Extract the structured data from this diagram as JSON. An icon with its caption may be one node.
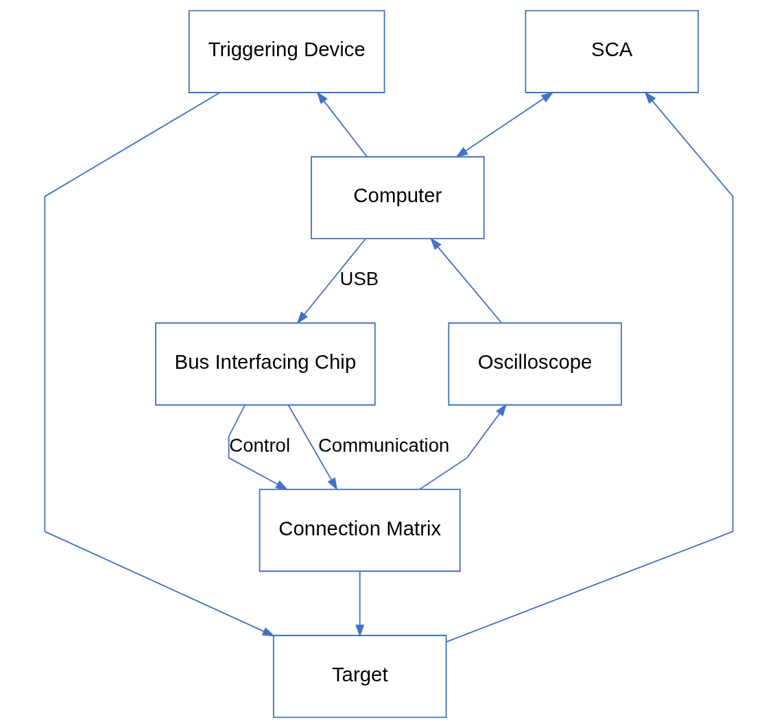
{
  "diagram": {
    "nodes": [
      {
        "text": [
          "Triggering Device"
        ]
      },
      {
        "text": [
          "SCA"
        ]
      },
      {
        "text": [
          "Computer"
        ]
      },
      {
        "text": [
          "Bus Interfacing Chip"
        ]
      },
      {
        "text": [
          "Oscilloscope"
        ]
      },
      {
        "text": [
          "Connection Matrix"
        ]
      },
      {
        "text": [
          "Target"
        ]
      }
    ],
    "edges": [
      {
        "from": 2,
        "to": 0,
        "arrow": "to"
      },
      {
        "from": 1,
        "to": 2,
        "arrow": "both"
      },
      {
        "from": 4,
        "to": 2,
        "arrow": "to"
      },
      {
        "from": 2,
        "to": 3,
        "arrow": "to",
        "label": "USB"
      },
      {
        "from": 3,
        "to": 5,
        "arrow": "to",
        "label": "Communication"
      },
      {
        "from": 3,
        "to": 5,
        "arrow": "to",
        "label": "Control"
      },
      {
        "from": 5,
        "to": 4,
        "arrow": "to"
      },
      {
        "from": 5,
        "to": 6,
        "arrow": "to"
      },
      {
        "from": 0,
        "to": 6,
        "arrow": "to"
      },
      {
        "from": 6,
        "to": 1,
        "arrow": "to"
      }
    ]
  }
}
